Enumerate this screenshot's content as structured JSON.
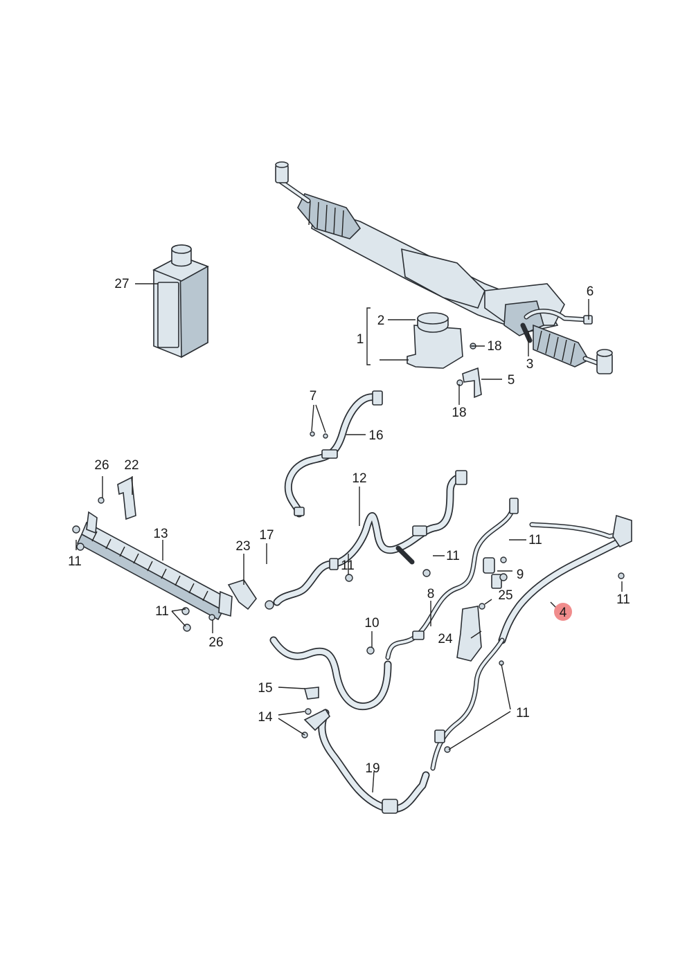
{
  "diagram": {
    "labels": {
      "l1": "1",
      "l2": "2",
      "l3": "3",
      "l4": "4",
      "l5": "5",
      "l6": "6",
      "l7": "7",
      "l8": "8",
      "l9": "9",
      "l10": "10",
      "l11a": "11",
      "l11b": "11",
      "l11c": "11",
      "l11d": "11",
      "l11e": "11",
      "l11f": "11",
      "l11g": "11",
      "l12": "12",
      "l13": "13",
      "l14": "14",
      "l15": "15",
      "l16": "16",
      "l17": "17",
      "l18a": "18",
      "l18b": "18",
      "l19": "19",
      "l22": "22",
      "l23": "23",
      "l24": "24",
      "l25": "25",
      "l26a": "26",
      "l26b": "26",
      "l27": "27"
    },
    "highlight_color": "#f08c8c"
  }
}
